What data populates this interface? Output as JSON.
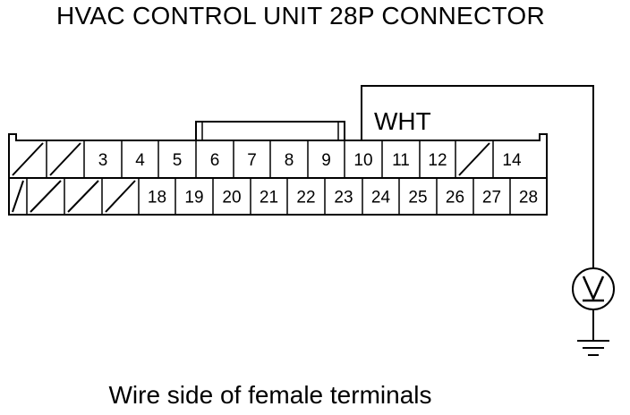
{
  "title": "HVAC CONTROL UNIT 28P CONNECTOR",
  "caption": "Wire side of female terminals",
  "wire_color_label": "WHT",
  "meter_symbol": "V",
  "colors": {
    "line": "#000000",
    "background": "#ffffff"
  },
  "connector": {
    "top_row": [
      "",
      "",
      "3",
      "4",
      "5",
      "6",
      "7",
      "8",
      "9",
      "10",
      "11",
      "12",
      "",
      "14"
    ],
    "bottom_row": [
      "",
      "",
      "",
      "",
      "18",
      "19",
      "20",
      "21",
      "22",
      "23",
      "24",
      "25",
      "26",
      "27",
      "28"
    ],
    "probed_terminal": "10"
  },
  "icons": {
    "voltmeter": "voltmeter-icon",
    "ground": "ground-icon"
  }
}
